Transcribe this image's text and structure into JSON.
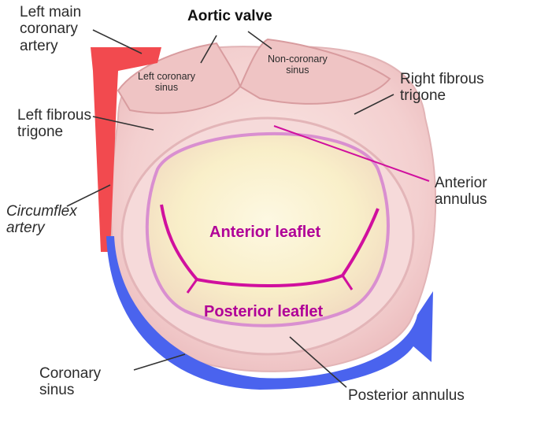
{
  "labels": {
    "aortic_valve": "Aortic valve",
    "left_main_coronary_artery": "Left main\ncoronary\nartery",
    "left_coronary_sinus": "Left coronary\nsinus",
    "non_coronary_sinus": "Non-coronary\nsinus",
    "right_fibrous_trigone": "Right fibrous\ntrigone",
    "left_fibrous_trigone": "Left fibrous\ntrigone",
    "anterior_annulus": "Anterior\nannulus",
    "circumflex_artery": "Circumflex\nartery",
    "anterior_leaflet": "Anterior leaflet",
    "posterior_leaflet": "Posterior leaflet",
    "coronary_sinus": "Coronary\nsinus",
    "posterior_annulus": "Posterior annulus"
  },
  "colors": {
    "artery": "#f24a4f",
    "coronary_sinus_vessel": "#4a63ee",
    "leaflet_line": "#d0109e",
    "tissue_pink": "#f4d3d3",
    "tissue_dark": "#e8b8b8",
    "valve_inner": "#fbf2cf",
    "label_text": "#2b2b2b"
  }
}
